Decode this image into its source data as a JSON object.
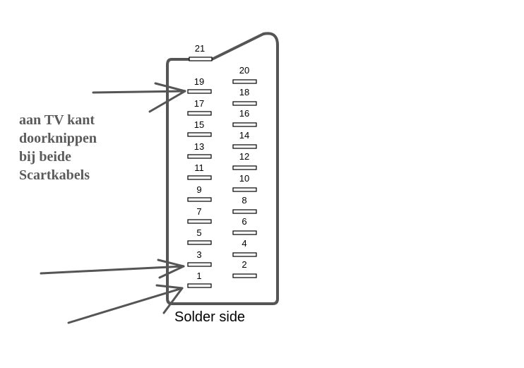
{
  "colors": {
    "outline": "#555555",
    "arrow": "#555555",
    "note_text": "#5a5a5a",
    "pin_fill": "#ffffff",
    "pin_stroke": "#000000"
  },
  "note": {
    "lines": [
      "aan TV kant",
      "doorknippen",
      "bij beide",
      "Scartkabels"
    ]
  },
  "connector": {
    "top_pin": {
      "number": "21"
    },
    "left_pins": [
      "19",
      "17",
      "15",
      "13",
      "11",
      "9",
      "7",
      "5",
      "3",
      "1"
    ],
    "right_pins": [
      "20",
      "18",
      "16",
      "14",
      "12",
      "10",
      "8",
      "6",
      "4",
      "2"
    ],
    "marked_pins": [
      "19",
      "3",
      "1"
    ]
  },
  "footer": {
    "label": "Solder side"
  }
}
